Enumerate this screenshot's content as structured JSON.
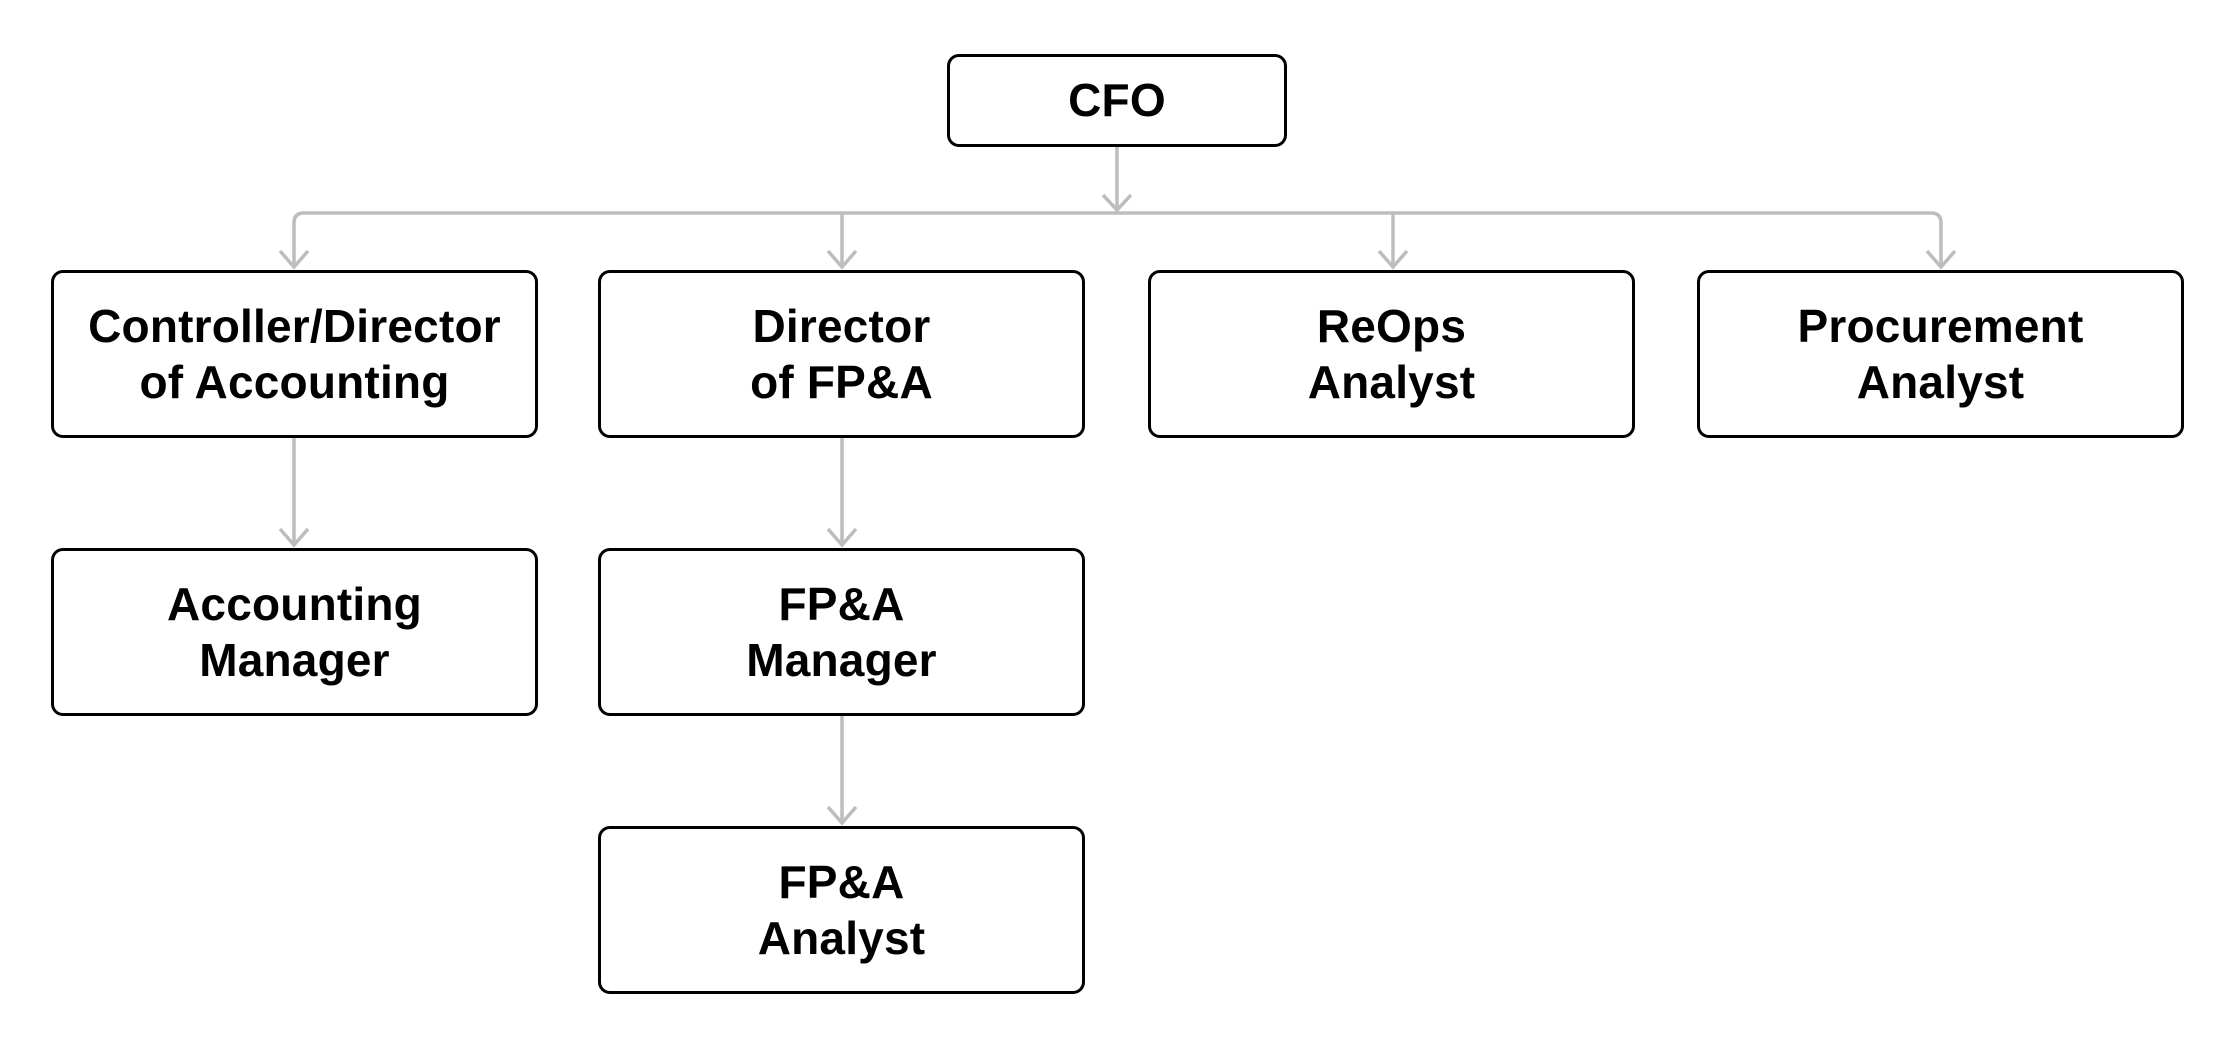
{
  "page": {
    "background": "#ffffff"
  },
  "diagram": {
    "type": "org-chart",
    "direction": "top-down",
    "colors": {
      "node_fill": "#ffffff",
      "node_border": "#000000",
      "node_text": "#000000",
      "connector": "#bdbdbd"
    },
    "nodes": [
      {
        "id": "cfo",
        "label": "CFO"
      },
      {
        "id": "controller-director-of-accounting",
        "label": "Controller/Director\nof Accounting"
      },
      {
        "id": "director-of-fpa",
        "label": "Director\nof FP&A"
      },
      {
        "id": "reops-analyst",
        "label": "ReOps\nAnalyst"
      },
      {
        "id": "procurement-analyst",
        "label": "Procurement\nAnalyst"
      },
      {
        "id": "accounting-manager",
        "label": "Accounting\nManager"
      },
      {
        "id": "fpa-manager",
        "label": "FP&A\nManager"
      },
      {
        "id": "fpa-analyst",
        "label": "FP&A\nAnalyst"
      }
    ],
    "edges": [
      {
        "from": "cfo",
        "to": "controller-director-of-accounting"
      },
      {
        "from": "cfo",
        "to": "director-of-fpa"
      },
      {
        "from": "cfo",
        "to": "reops-analyst"
      },
      {
        "from": "cfo",
        "to": "procurement-analyst"
      },
      {
        "from": "controller-director-of-accounting",
        "to": "accounting-manager"
      },
      {
        "from": "director-of-fpa",
        "to": "fpa-manager"
      },
      {
        "from": "fpa-manager",
        "to": "fpa-analyst"
      }
    ]
  }
}
